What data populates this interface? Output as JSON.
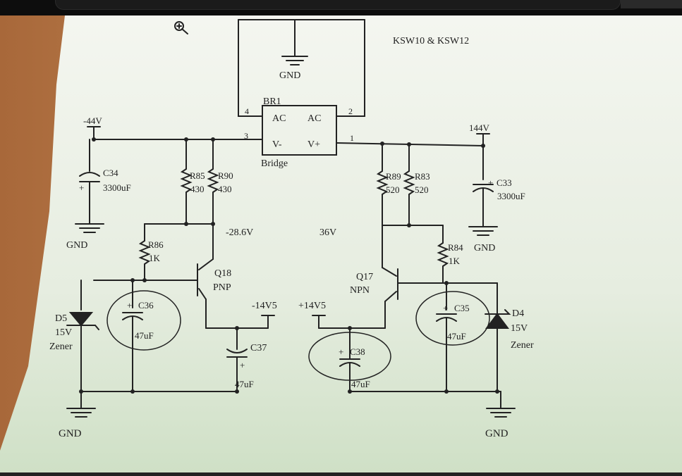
{
  "title": "KSW10 & KSW12",
  "bridge": {
    "name": "BR1",
    "pin_ac1": "AC",
    "pin_ac2": "AC",
    "pin_vneg": "V-",
    "pin_vpos": "V+",
    "label": "Bridge",
    "pin4": "4",
    "pin2": "2",
    "pin3": "3",
    "pin1": "1"
  },
  "voltages": {
    "neg44": "-44V",
    "pos44": "144V",
    "neg28": "-28.6V",
    "pos36": "36V",
    "neg14": "-14V5",
    "pos14": "+14V5"
  },
  "components": {
    "c34": "C34",
    "c34_val": "3300uF",
    "c33": "C33",
    "c33_val": "3300uF",
    "r85r90": "R85",
    "r90": "R90",
    "r85_val": "430",
    "r90_val": "430",
    "r89": "R89",
    "r83": "R83",
    "r89_val": "520",
    "r83_val": "520",
    "r86": "R86",
    "r86_val": "1K",
    "r84": "R84",
    "r84_val": "1K",
    "q18": "Q18",
    "q18_type": "PNP",
    "q17": "Q17",
    "q17_type": "NPN",
    "c36": "C36",
    "c36_val": "47uF",
    "c35": "C35",
    "c35_val": "47uF",
    "c37": "C37",
    "c37_val": "47uF",
    "c38": "C38",
    "c38_val": "47uF",
    "d5": "D5",
    "d5_v": "15V",
    "d5_type": "Zener",
    "d4": "D4",
    "d4_v": "15V",
    "d4_type": "Zener",
    "plus": "+"
  },
  "ground": {
    "label": "GND"
  },
  "colors": {
    "paper_top": "#f4f6f0",
    "paper_bottom": "#cfe0c6",
    "ink": "#222222",
    "wood": "#c58a55"
  }
}
